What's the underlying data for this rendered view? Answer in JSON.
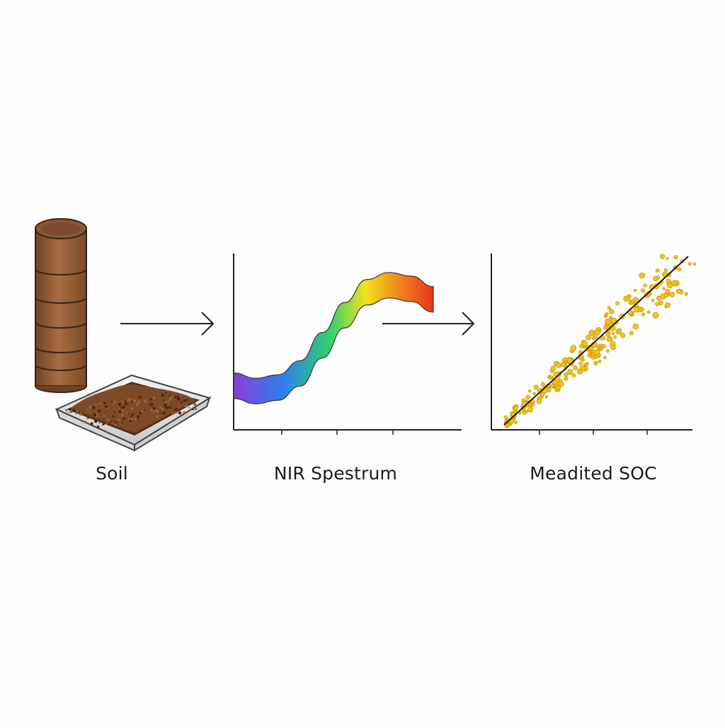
{
  "stages": [
    {
      "label": "Soil"
    },
    {
      "label": "NIR Spestrum"
    },
    {
      "label": "Meadited SOC"
    }
  ],
  "colors": {
    "background": "#fdfdfd",
    "soil_core_light": "#b0744a",
    "soil_core_dark": "#6e4326",
    "tray": "#dcdcdc",
    "scatter_points": "#f2c21a",
    "spectrum_gradient": [
      "#8a3fd6",
      "#2f7ff0",
      "#2fd06a",
      "#f2e020",
      "#f28a1e",
      "#e8341c"
    ]
  },
  "icons": [
    "soil-core-icon",
    "soil-tray-icon",
    "arrow-right-icon"
  ],
  "chart_data": [
    {
      "type": "line",
      "series": [
        {
          "values": [
            0.25,
            0.22,
            0.24,
            0.32,
            0.48,
            0.65,
            0.78,
            0.82,
            0.8,
            0.74
          ]
        }
      ],
      "x": [
        0,
        1,
        2,
        3,
        4,
        5,
        6,
        7,
        8,
        9
      ],
      "grid": false
    },
    {
      "type": "scatter",
      "trendline": true,
      "grid": false
    }
  ]
}
